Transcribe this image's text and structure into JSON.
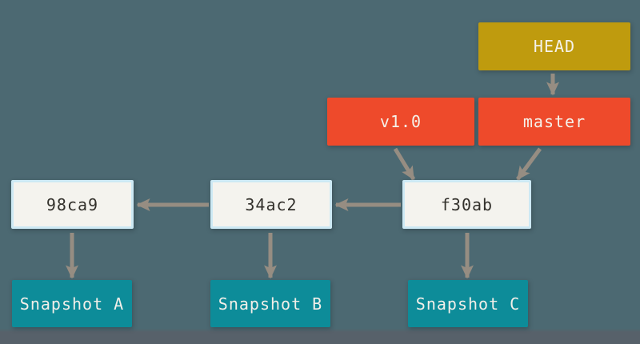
{
  "diagram": {
    "title": "git commit history with branch, tag and HEAD references",
    "colors": {
      "background": "#4c6972",
      "background_bottom_band": "#57616a",
      "head_fill": "#bf9b0e",
      "ref_fill": "#ee4a2b",
      "commit_fill": "#f4f3ee",
      "commit_border": "#cde9f4",
      "snapshot_fill": "#0d8c99",
      "arrow": "#968d82",
      "light_text": "#f5f2ea",
      "dark_text": "#32302b"
    },
    "refs": {
      "head": {
        "label": "HEAD"
      },
      "tag": {
        "label": "v1.0"
      },
      "branch": {
        "label": "master"
      }
    },
    "commits": [
      {
        "id": "98ca9"
      },
      {
        "id": "34ac2"
      },
      {
        "id": "f30ab"
      }
    ],
    "snapshots": [
      {
        "label": "Snapshot A"
      },
      {
        "label": "Snapshot B"
      },
      {
        "label": "Snapshot C"
      }
    ],
    "edges": [
      {
        "from": "HEAD",
        "to": "master"
      },
      {
        "from": "v1.0",
        "to": "f30ab"
      },
      {
        "from": "master",
        "to": "f30ab"
      },
      {
        "from": "f30ab",
        "to": "34ac2"
      },
      {
        "from": "34ac2",
        "to": "98ca9"
      },
      {
        "from": "98ca9",
        "to": "Snapshot A"
      },
      {
        "from": "34ac2",
        "to": "Snapshot B"
      },
      {
        "from": "f30ab",
        "to": "Snapshot C"
      }
    ]
  }
}
